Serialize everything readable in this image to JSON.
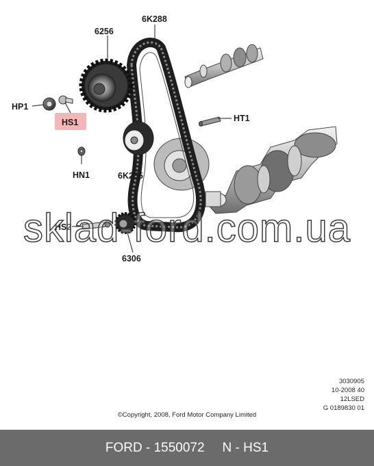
{
  "callouts": {
    "c6256": "6256",
    "c6K288": "6K288",
    "cHP1": "HP1",
    "cHS1": "HS1",
    "cHT1": "HT1",
    "cHN1": "HN1",
    "c6K255": "6K255",
    "cHS2": "HS2",
    "c6306": "6306"
  },
  "highlight_color": "#f4b6b6",
  "meta": {
    "line1": "3030905",
    "line2": "10-2008 40",
    "line3": "12LSED",
    "line4": "G 0189830 01"
  },
  "copyright": "©Copyright, 2008, Ford Motor Company Limited",
  "watermark": "sklad-ford.com.ua",
  "footer": {
    "part": "FORD - 1550072",
    "ref": "N - HS1"
  }
}
